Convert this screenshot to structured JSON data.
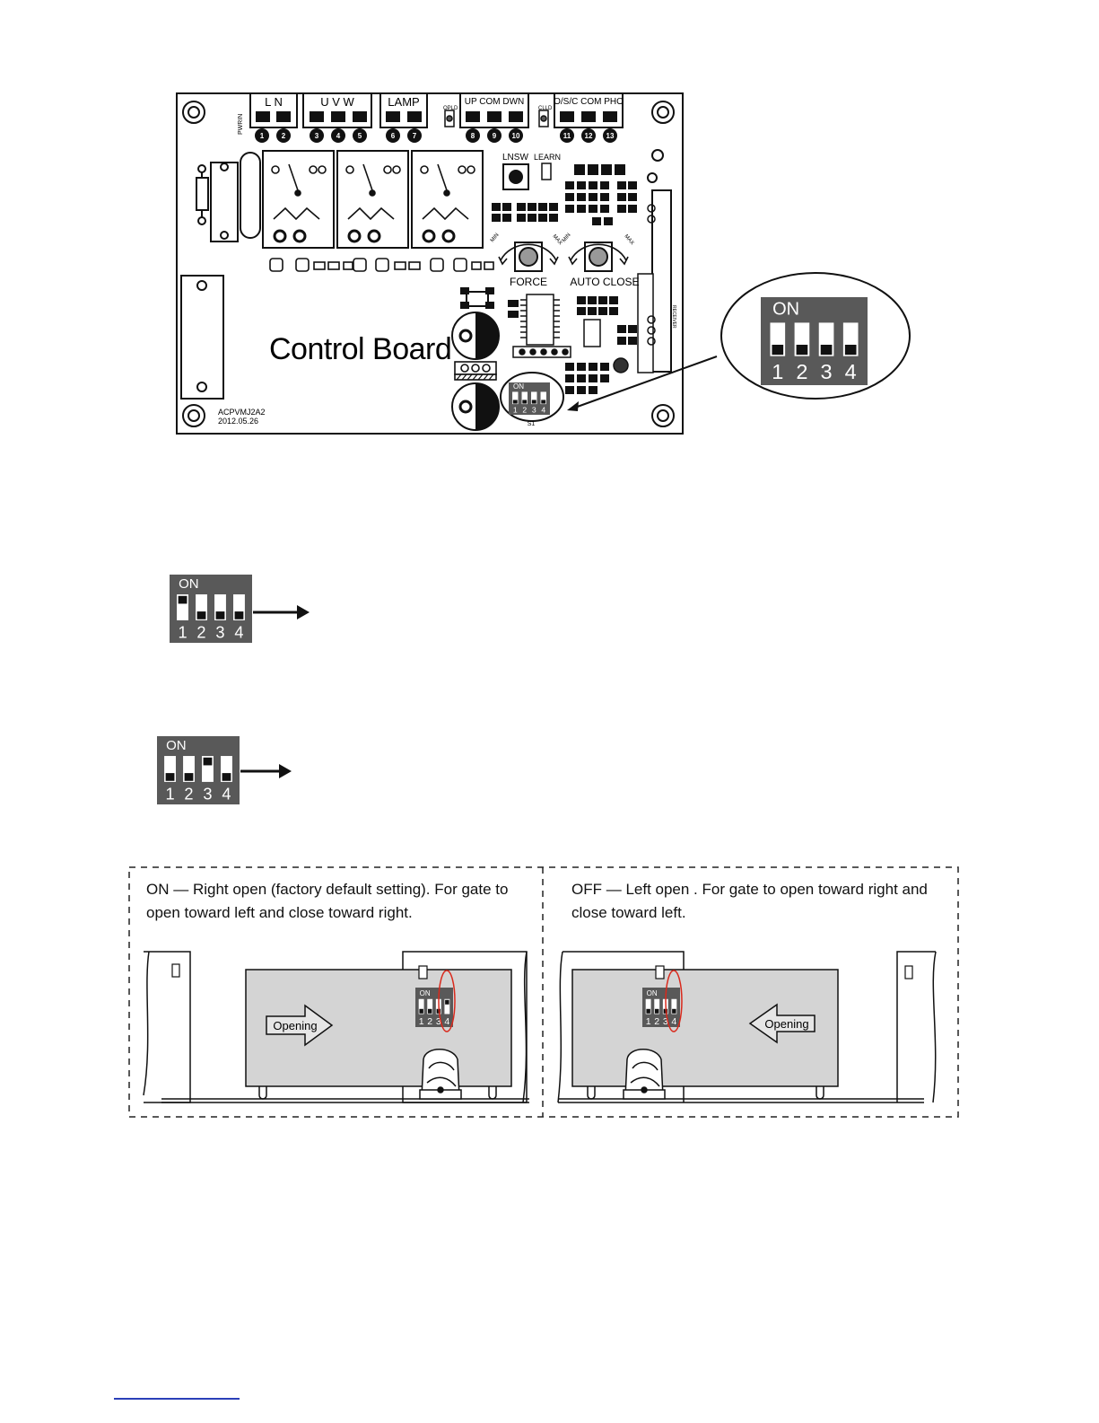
{
  "board": {
    "title": "Control Board",
    "model": "ACPVMJ2A2",
    "date": "2012.05.26",
    "pwrin": "PWRIN",
    "terminal_groups": [
      {
        "label": "L N"
      },
      {
        "label": "U V W"
      },
      {
        "label": "LAMP"
      },
      {
        "label": "UP COM DWN"
      },
      {
        "label": "O/S/C COM PHO"
      }
    ],
    "terminal_numbers": [
      "1",
      "2",
      "3",
      "4",
      "5",
      "6",
      "7",
      "8",
      "9",
      "10",
      "11",
      "12",
      "13"
    ],
    "opld_label": "OPLD",
    "clld_label": "CLLD",
    "learn_label": "LEARN",
    "lnsw_label": "LNSW",
    "force_label": "FORCE",
    "auto_close_label": "AUTO CLOSE",
    "min_label": "MIN",
    "max_label": "MAX",
    "s1_label": "S1",
    "receiver_label": "RECEIVER"
  },
  "dip": {
    "on_label": "ON",
    "switch_numbers": [
      "1",
      "2",
      "3",
      "4"
    ],
    "zoom_states": [
      false,
      false,
      false,
      false
    ],
    "example1_states": [
      true,
      false,
      false,
      false
    ],
    "example2_states": [
      false,
      false,
      true,
      false
    ]
  },
  "direction": {
    "left_caption": "ON — Right open (factory default setting). For gate to open toward left and close toward right.",
    "right_caption": "OFF — Left open . For gate to open toward right and close toward left.",
    "opening_label": "Opening",
    "left_states": [
      false,
      false,
      false,
      true
    ],
    "right_states": [
      false,
      false,
      false,
      false
    ],
    "highlight_color": "#d9291c",
    "gate_fill": "#d4d4d4"
  },
  "colors": {
    "dip_bg": "#595959",
    "ink": "#111111"
  }
}
